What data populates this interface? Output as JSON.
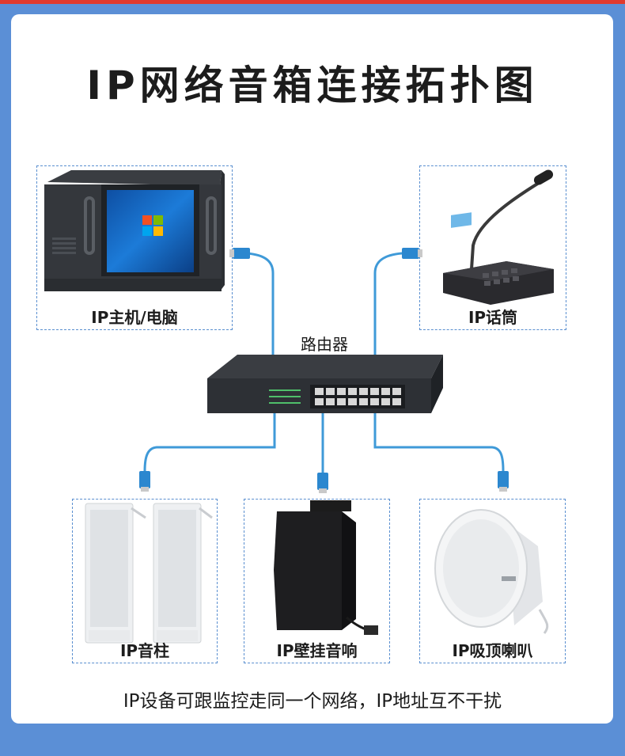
{
  "title": "IP网络音箱连接拓扑图",
  "nodes": {
    "host": "IP主机/电脑",
    "mic": "IP话筒",
    "router": "路由器",
    "column_speaker": "IP音柱",
    "wall_speaker": "IP壁挂音响",
    "ceiling_speaker": "IP吸顶喇叭"
  },
  "footer": "IP设备可跟监控走同一个网络，IP地址互不干扰",
  "colors": {
    "background": "#5b8fd6",
    "accent_top": "#e03a2e",
    "cable": "#3f9ad8",
    "box_border": "#5a8fd0"
  }
}
